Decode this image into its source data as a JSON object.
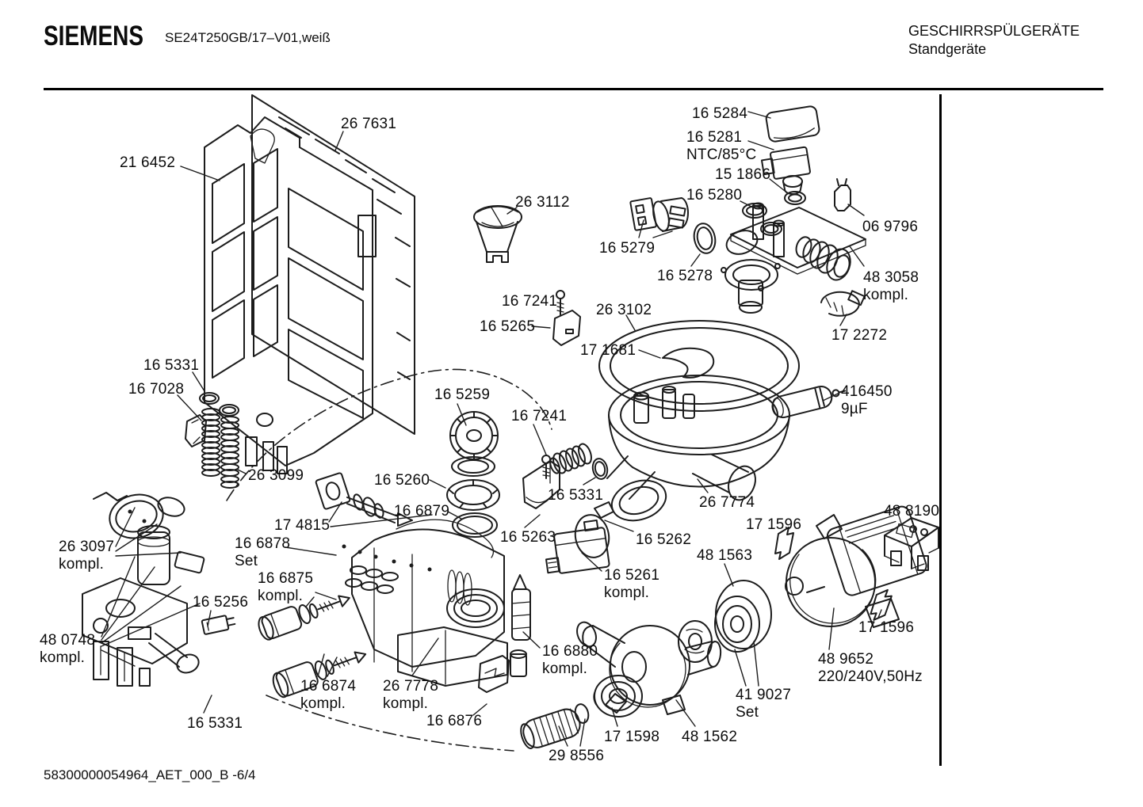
{
  "header": {
    "brand": "SIEMENS",
    "model": "SE24T250GB/17–V01,weiß",
    "category": "GESCHIRRSPÜLGERÄTE",
    "subcategory": "Standgeräte"
  },
  "footer": {
    "document_id": "58300000054964_AET_000_B -6/4"
  },
  "colors": {
    "ink": "#1c1c1c",
    "background": "#ffffff"
  },
  "diagram": {
    "type": "exploded-parts-diagram",
    "product": "dishwasher",
    "parts": [
      {
        "id": "26-7631",
        "label": "26 7631"
      },
      {
        "id": "21-6452",
        "label": "21 6452"
      },
      {
        "id": "16-5284",
        "label": "16 5284"
      },
      {
        "id": "16-5281",
        "label": "16 5281\nNTC/85°C"
      },
      {
        "id": "15-1866",
        "label": "15 1866"
      },
      {
        "id": "16-5280",
        "label": "16 5280"
      },
      {
        "id": "06-9796",
        "label": "06 9796"
      },
      {
        "id": "16-5279",
        "label": "16 5279"
      },
      {
        "id": "16-5278",
        "label": "16 5278"
      },
      {
        "id": "48-3058",
        "label": "48 3058\nkompl."
      },
      {
        "id": "26-3112",
        "label": "26 3112"
      },
      {
        "id": "16-7241-a",
        "label": "16 7241"
      },
      {
        "id": "16-5265",
        "label": "16 5265"
      },
      {
        "id": "26-3102",
        "label": "26 3102"
      },
      {
        "id": "17-1681",
        "label": "17 1681"
      },
      {
        "id": "17-2272",
        "label": "17 2272"
      },
      {
        "id": "416450",
        "label": "416450\n9µF"
      },
      {
        "id": "16-5331-a",
        "label": "16 5331"
      },
      {
        "id": "16-7028",
        "label": "16 7028"
      },
      {
        "id": "16-5259",
        "label": "16 5259"
      },
      {
        "id": "16-7241-b",
        "label": "16 7241"
      },
      {
        "id": "26-3099",
        "label": "26 3099"
      },
      {
        "id": "16-5260",
        "label": "16 5260"
      },
      {
        "id": "16-5331-b",
        "label": "16 5331"
      },
      {
        "id": "16-6879",
        "label": "16 6879"
      },
      {
        "id": "26-7774",
        "label": "26 7774"
      },
      {
        "id": "48-8190",
        "label": "48 8190"
      },
      {
        "id": "17-1596-a",
        "label": "17 1596"
      },
      {
        "id": "17-4815",
        "label": "17 4815"
      },
      {
        "id": "16-5263",
        "label": "16 5263"
      },
      {
        "id": "16-5262",
        "label": "16 5262"
      },
      {
        "id": "26-3097",
        "label": "26 3097\nkompl."
      },
      {
        "id": "16-6878",
        "label": "16 6878\nSet"
      },
      {
        "id": "48-1563",
        "label": "48 1563"
      },
      {
        "id": "16-5261",
        "label": "16 5261\nkompl."
      },
      {
        "id": "16-6875",
        "label": "16 6875\nkompl."
      },
      {
        "id": "16-5256",
        "label": "16 5256"
      },
      {
        "id": "17-1596-b",
        "label": "17 1596"
      },
      {
        "id": "48-0748",
        "label": "48 0748\nkompl."
      },
      {
        "id": "16-6880",
        "label": "16 6880\nkompl."
      },
      {
        "id": "48-9652",
        "label": "48 9652\n220/240V,50Hz"
      },
      {
        "id": "16-6874",
        "label": "16 6874\nkompl."
      },
      {
        "id": "26-7778",
        "label": "26 7778\nkompl."
      },
      {
        "id": "41-9027",
        "label": "41 9027\nSet"
      },
      {
        "id": "16-5331-c",
        "label": "16 5331"
      },
      {
        "id": "16-6876",
        "label": "16 6876"
      },
      {
        "id": "17-1598",
        "label": "17 1598"
      },
      {
        "id": "48-1562",
        "label": "48 1562"
      },
      {
        "id": "29-8556",
        "label": "29 8556"
      }
    ]
  }
}
